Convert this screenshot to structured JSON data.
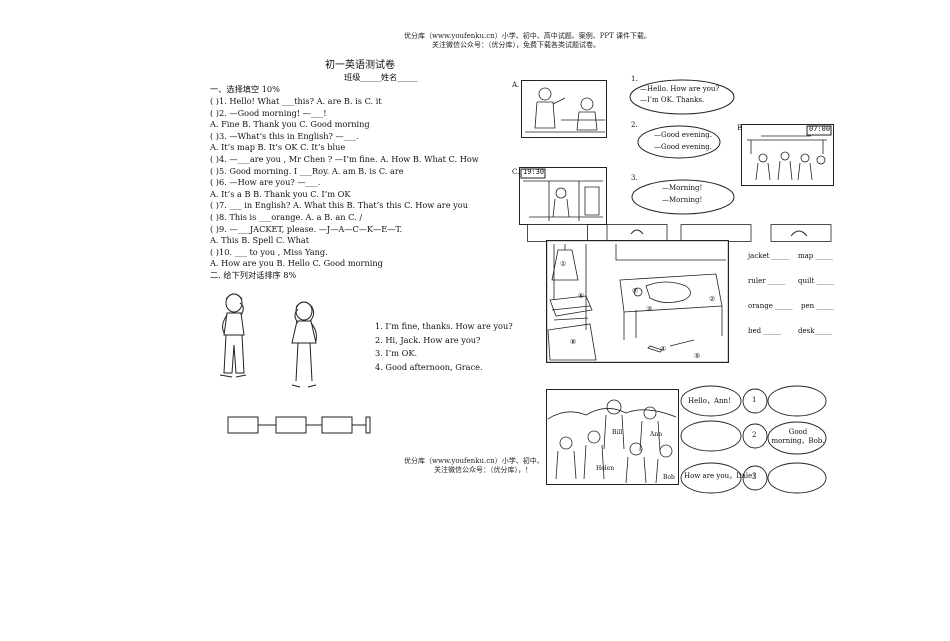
{
  "header": {
    "line1": "优分库（www.youfenku.cn）小学、初中、高中试题、案例、PPT 课件下载。",
    "line2": "关注微信公众号：（优分库），免费下载各类试题试卷。"
  },
  "footer": {
    "line1": "优分库（www.youfenku.cn）小学、初中、",
    "line2": "关注微信公众号：（优分库），！"
  },
  "paper": {
    "title": "初一英语测试卷",
    "class_name": "班级_____姓名_____",
    "section1": "一、选择填空 10%",
    "questions": [
      "(    )1. Hello! What ___this?  A. are     B. is     C. it",
      "(    )2. —Good morning! —___!",
      "  A. Fine    B. Thank you    C. Good morning",
      "(    )3. —What’s this in English? —___.",
      "        A. It’s map     B. It’s OK    C. It’s blue",
      "(    )4. —___are you , Mr Chen ? —I’m fine.  A. How   B. What   C. How",
      "(    )5. Good morning. I ___Roy.          A. am    B. is    C. are",
      "(    )6. —How are you? —___.",
      "  A. It’s a B     B. Thank you    C. I’m OK",
      "(    )7. ___ in English?    A. What this    B. That’s this     C. How are you",
      "(    )8. This is ___orange.  A. a    B. an    C. /",
      "(    )9. —___JACKET, please. —J—A—C—K—E—T.",
      "  A. This     B. Spell     C. What",
      "(    )10. ___ to you , Miss Yang.",
      "  A. How are you     B. Hello     C. Good morning"
    ],
    "section2": "二. 给下列对话排序 8%",
    "dialogue": [
      "1. I’m fine, thanks. How are you?",
      "2. Hi, Jack. How are you?",
      "3. I’m OK.",
      "4. Good afternoon, Grace."
    ]
  },
  "pictures": {
    "labels": [
      "A.",
      "B.",
      "C."
    ],
    "clock_b": "07:00",
    "clock_c": "19:30",
    "num_labels": [
      "1.",
      "2.",
      "3."
    ],
    "bubbles": [
      [
        "—Hello. How are you?",
        "—I’m OK. Thanks."
      ],
      [
        "—Good evening.",
        "—Good evening."
      ],
      [
        "—Morning!",
        "—Morning!"
      ]
    ]
  },
  "room": {
    "circled": [
      "①",
      "②",
      "③",
      "④",
      "⑤",
      "⑥",
      "⑦",
      "⑧"
    ],
    "words": [
      [
        "jacket _____",
        "map _____"
      ],
      [
        "ruler _____",
        "quilt _____"
      ],
      [
        "orange _____",
        "pen _____"
      ],
      [
        "bed _____",
        "desk_____"
      ]
    ]
  },
  "crowd": {
    "names": [
      "Bill",
      "Ann",
      "Helen",
      "Bob"
    ],
    "left_bubbles": [
      "Hello，Ann!",
      "",
      "How are you，Dale?"
    ],
    "numbers": [
      "1",
      "2",
      "3"
    ],
    "right_bubbles": [
      "",
      "Good morning，Bob.",
      ""
    ]
  }
}
